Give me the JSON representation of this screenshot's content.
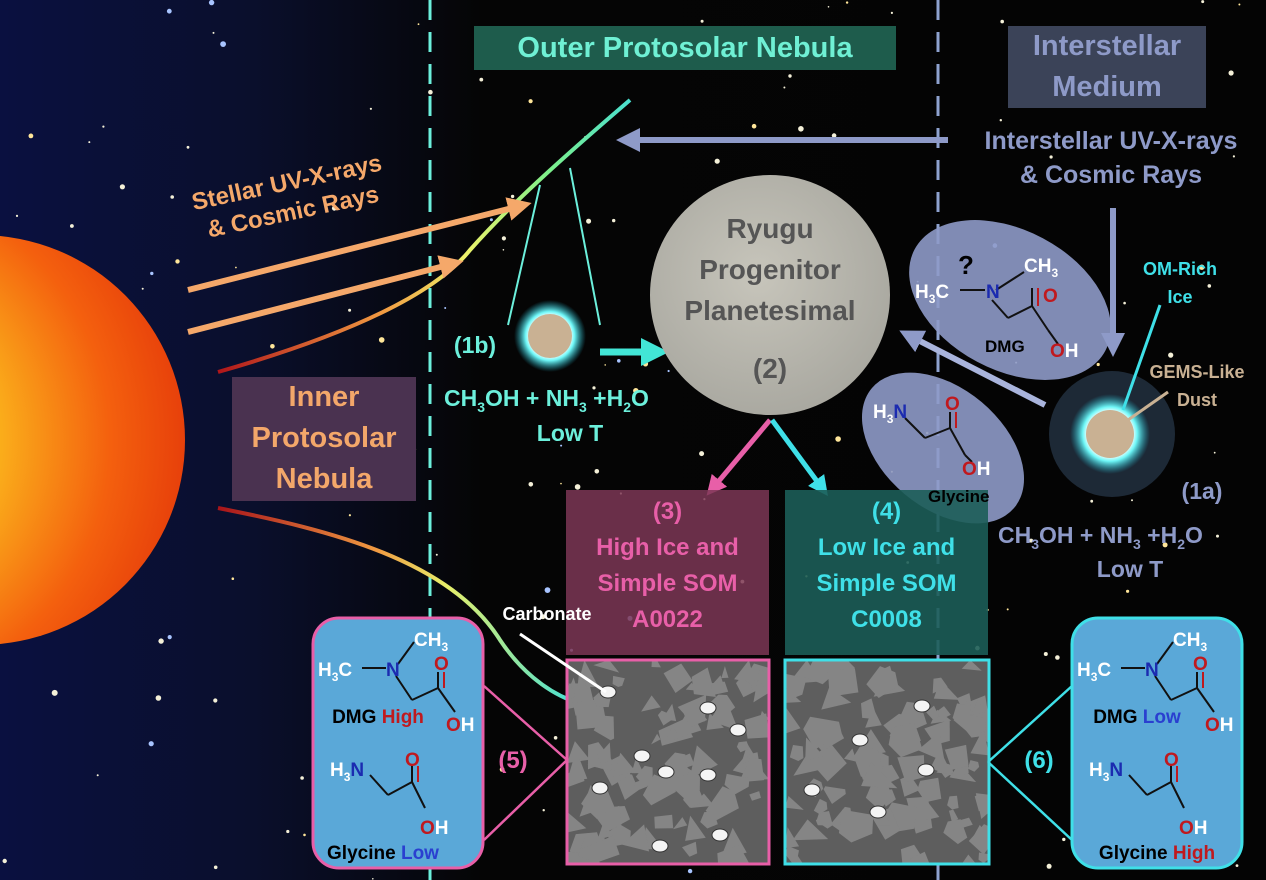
{
  "regions": {
    "outer": "Outer Protosolar Nebula",
    "ism_line1": "Interstellar",
    "ism_line2": "Medium",
    "inner_line1": "Inner",
    "inner_line2": "Protosolar",
    "inner_line3": "Nebula"
  },
  "radiation": {
    "stellar_line1": "Stellar UV-X-rays",
    "stellar_line2": "& Cosmic Rays",
    "interstellar_line1": "Interstellar UV-X-rays",
    "interstellar_line2": "& Cosmic Rays"
  },
  "planetesimal": {
    "line1": "Ryugu",
    "line2": "Progenitor",
    "line3": "Planetesimal",
    "num": "(2)"
  },
  "step_1b": {
    "num": "(1b)",
    "cond": "Low T"
  },
  "step_1a": {
    "num": "(1a)",
    "cond": "Low T"
  },
  "labels": {
    "om_rich_1": "OM-Rich",
    "om_rich_2": "Ice",
    "gems_1": "GEMS-Like",
    "gems_2": "Dust",
    "unknown": "?"
  },
  "molecules": {
    "dmg": "DMG",
    "glycine": "Glycine"
  },
  "panel3": {
    "num": "(3)",
    "line1": "High Ice and",
    "line2": "Simple SOM",
    "id": "A0022"
  },
  "panel4": {
    "num": "(4)",
    "line1": "Low Ice and",
    "line2": "Simple SOM",
    "id": "C0008"
  },
  "carbonate": "Carbonate",
  "box5": {
    "num": "(5)",
    "dmg_level": "High",
    "gly_level": "Low"
  },
  "box6": {
    "num": "(6)",
    "dmg_level": "Low",
    "gly_level": "High"
  },
  "colors": {
    "pink": "#e85fa8",
    "cyan": "#3fe0e8",
    "orange": "#f5a86a",
    "ism": "#8e9ac8",
    "red": "#c0191e",
    "blue": "#2a3fd0"
  }
}
